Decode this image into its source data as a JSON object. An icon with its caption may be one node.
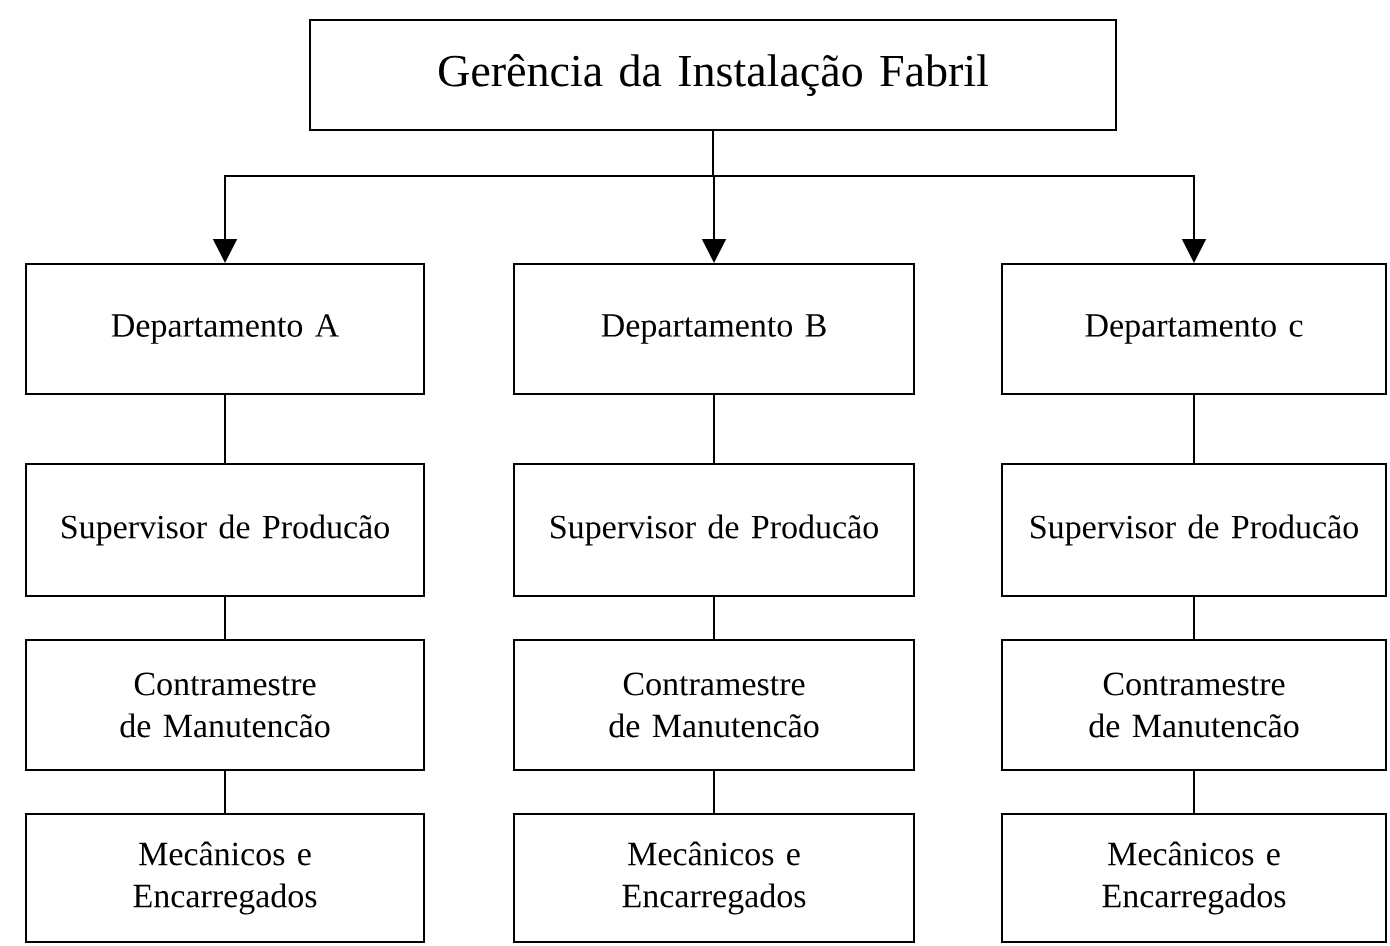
{
  "diagram": {
    "nodes": [
      {
        "text": [
          "Gerência da Instalação Fabril"
        ]
      },
      {
        "text": [
          "Departamento A"
        ]
      },
      {
        "text": [
          "Departamento B"
        ]
      },
      {
        "text": [
          "Departamento c"
        ]
      },
      {
        "text": [
          "Supervisor de Producão"
        ]
      },
      {
        "text": [
          "Supervisor de Producão"
        ]
      },
      {
        "text": [
          "Supervisor de Producão"
        ]
      },
      {
        "text": [
          "Contramestre de Manutencão"
        ]
      },
      {
        "text": [
          "Contramestre de Manutencão"
        ]
      },
      {
        "text": [
          "Contramestre de Manutencão"
        ]
      },
      {
        "text": [
          "Mecânicos e Encarregados"
        ]
      },
      {
        "text": [
          "Mecânicos e Encarregados"
        ]
      },
      {
        "text": [
          "Mecânicos e Encarregados"
        ]
      }
    ],
    "edges": [
      {
        "from": 0,
        "to": 1,
        "arrow": "to"
      },
      {
        "from": 0,
        "to": 2,
        "arrow": "to"
      },
      {
        "from": 0,
        "to": 3,
        "arrow": "to"
      },
      {
        "from": 1,
        "to": 4,
        "arrow": "none"
      },
      {
        "from": 2,
        "to": 5,
        "arrow": "none"
      },
      {
        "from": 3,
        "to": 6,
        "arrow": "none"
      },
      {
        "from": 4,
        "to": 7,
        "arrow": "none"
      },
      {
        "from": 5,
        "to": 8,
        "arrow": "none"
      },
      {
        "from": 6,
        "to": 9,
        "arrow": "none"
      },
      {
        "from": 7,
        "to": 10,
        "arrow": "none"
      },
      {
        "from": 8,
        "to": 11,
        "arrow": "none"
      },
      {
        "from": 9,
        "to": 12,
        "arrow": "none"
      }
    ]
  }
}
